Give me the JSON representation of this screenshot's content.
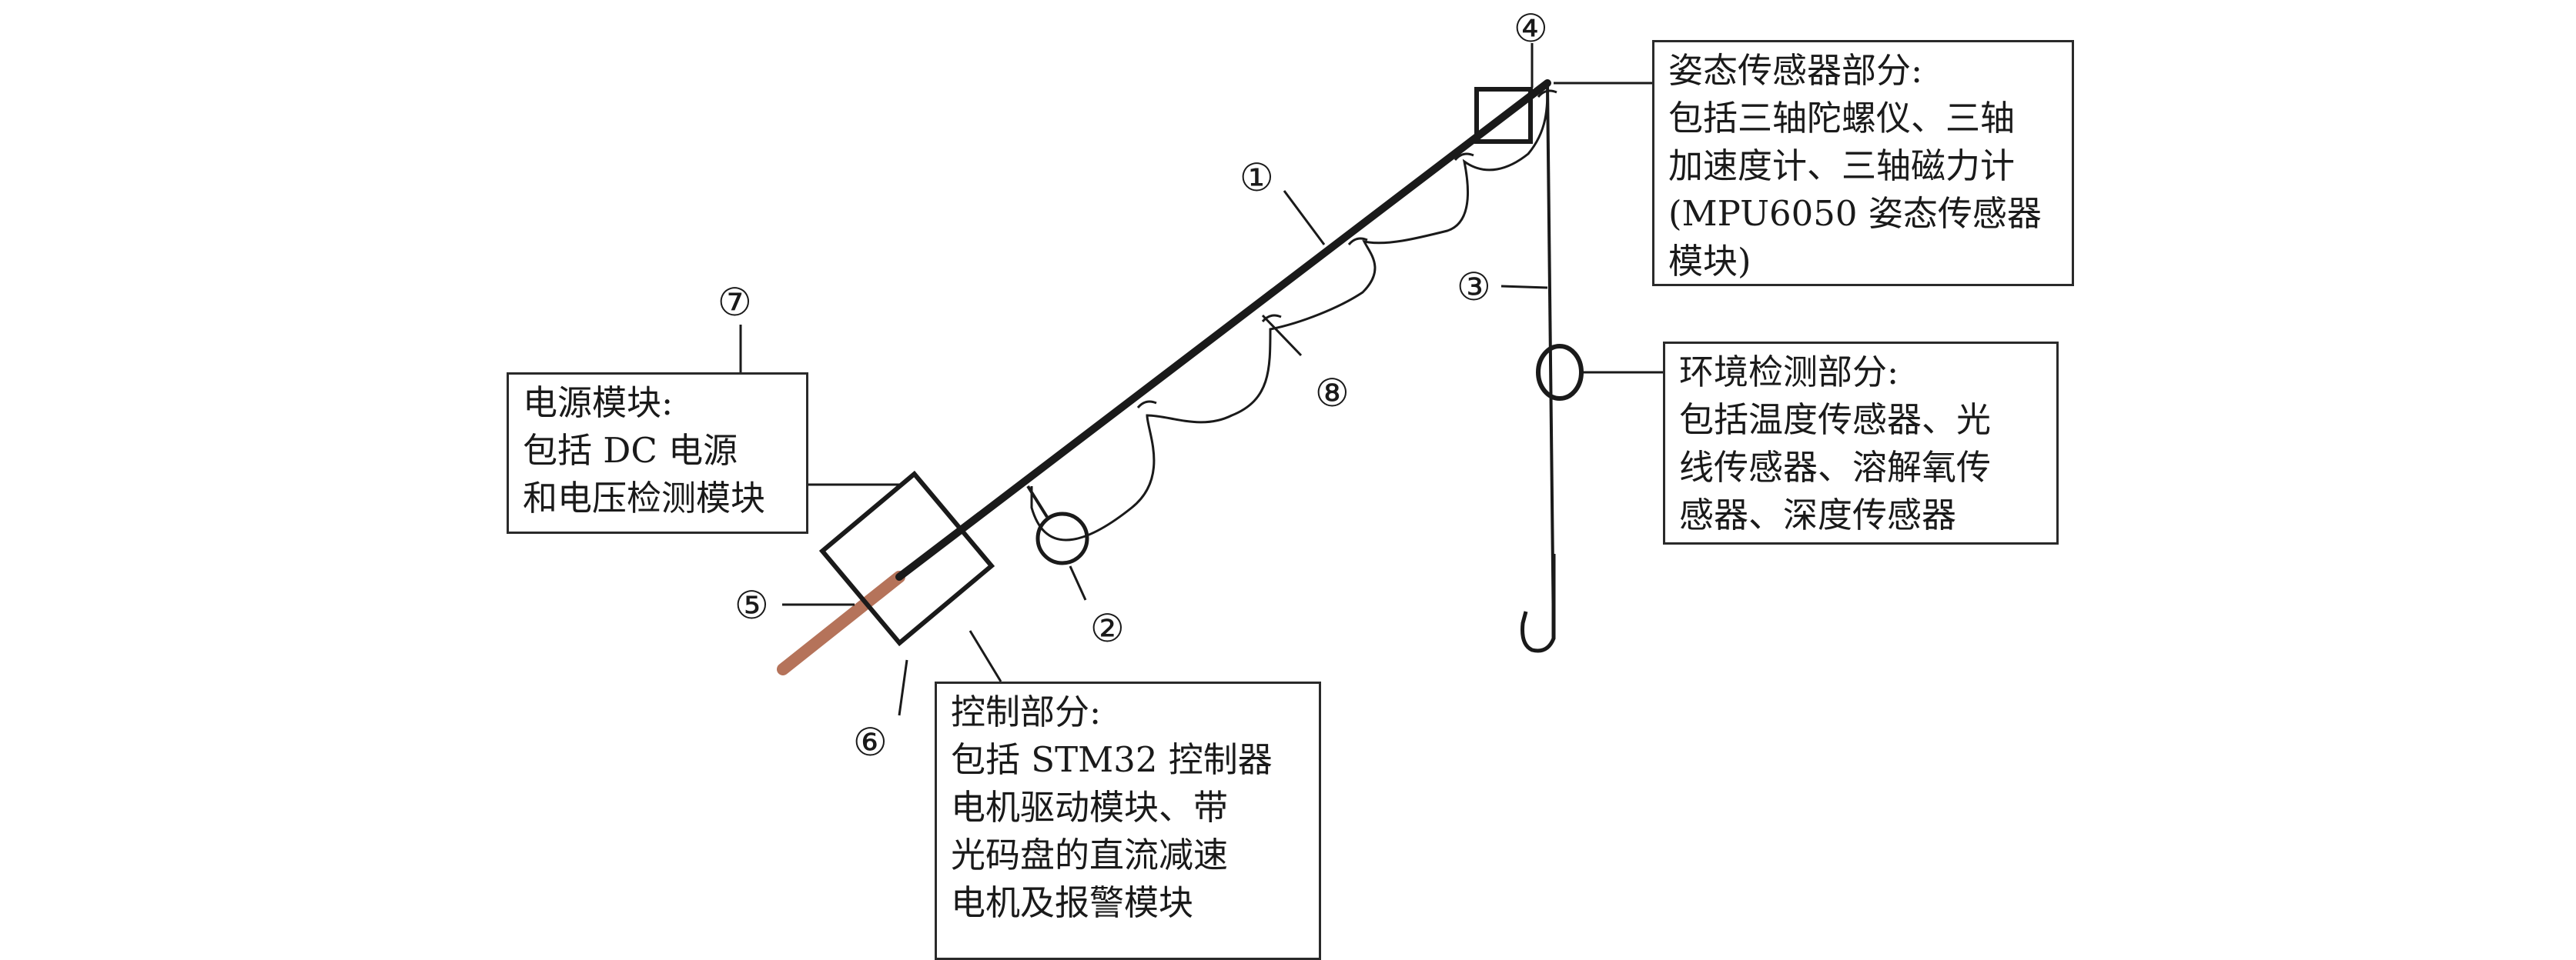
{
  "markers": {
    "m1": "①",
    "m2": "②",
    "m3": "③",
    "m4": "④",
    "m5": "⑤",
    "m6": "⑥",
    "m7": "⑦",
    "m8": "⑧"
  },
  "boxes": {
    "attitude": {
      "lines": [
        "姿态传感器部分:",
        "包括三轴陀螺仪、三轴",
        "加速度计、三轴磁力计",
        "(MPU6050 姿态传感器",
        "模块)"
      ]
    },
    "environment": {
      "lines": [
        "环境检测部分:",
        "包括温度传感器、光",
        "线传感器、溶解氧传",
        "感器、深度传感器"
      ]
    },
    "power": {
      "lines": [
        "电源模块:",
        "包括 DC 电源",
        "和电压检测模块"
      ]
    },
    "control": {
      "lines": [
        "控制部分:",
        "包括 STM32 控制器",
        "电机驱动模块、带",
        "光码盘的直流减速",
        "电机及报警模块"
      ]
    }
  },
  "colors": {
    "line": "#1a1a1a",
    "handle": "#b5735a"
  }
}
